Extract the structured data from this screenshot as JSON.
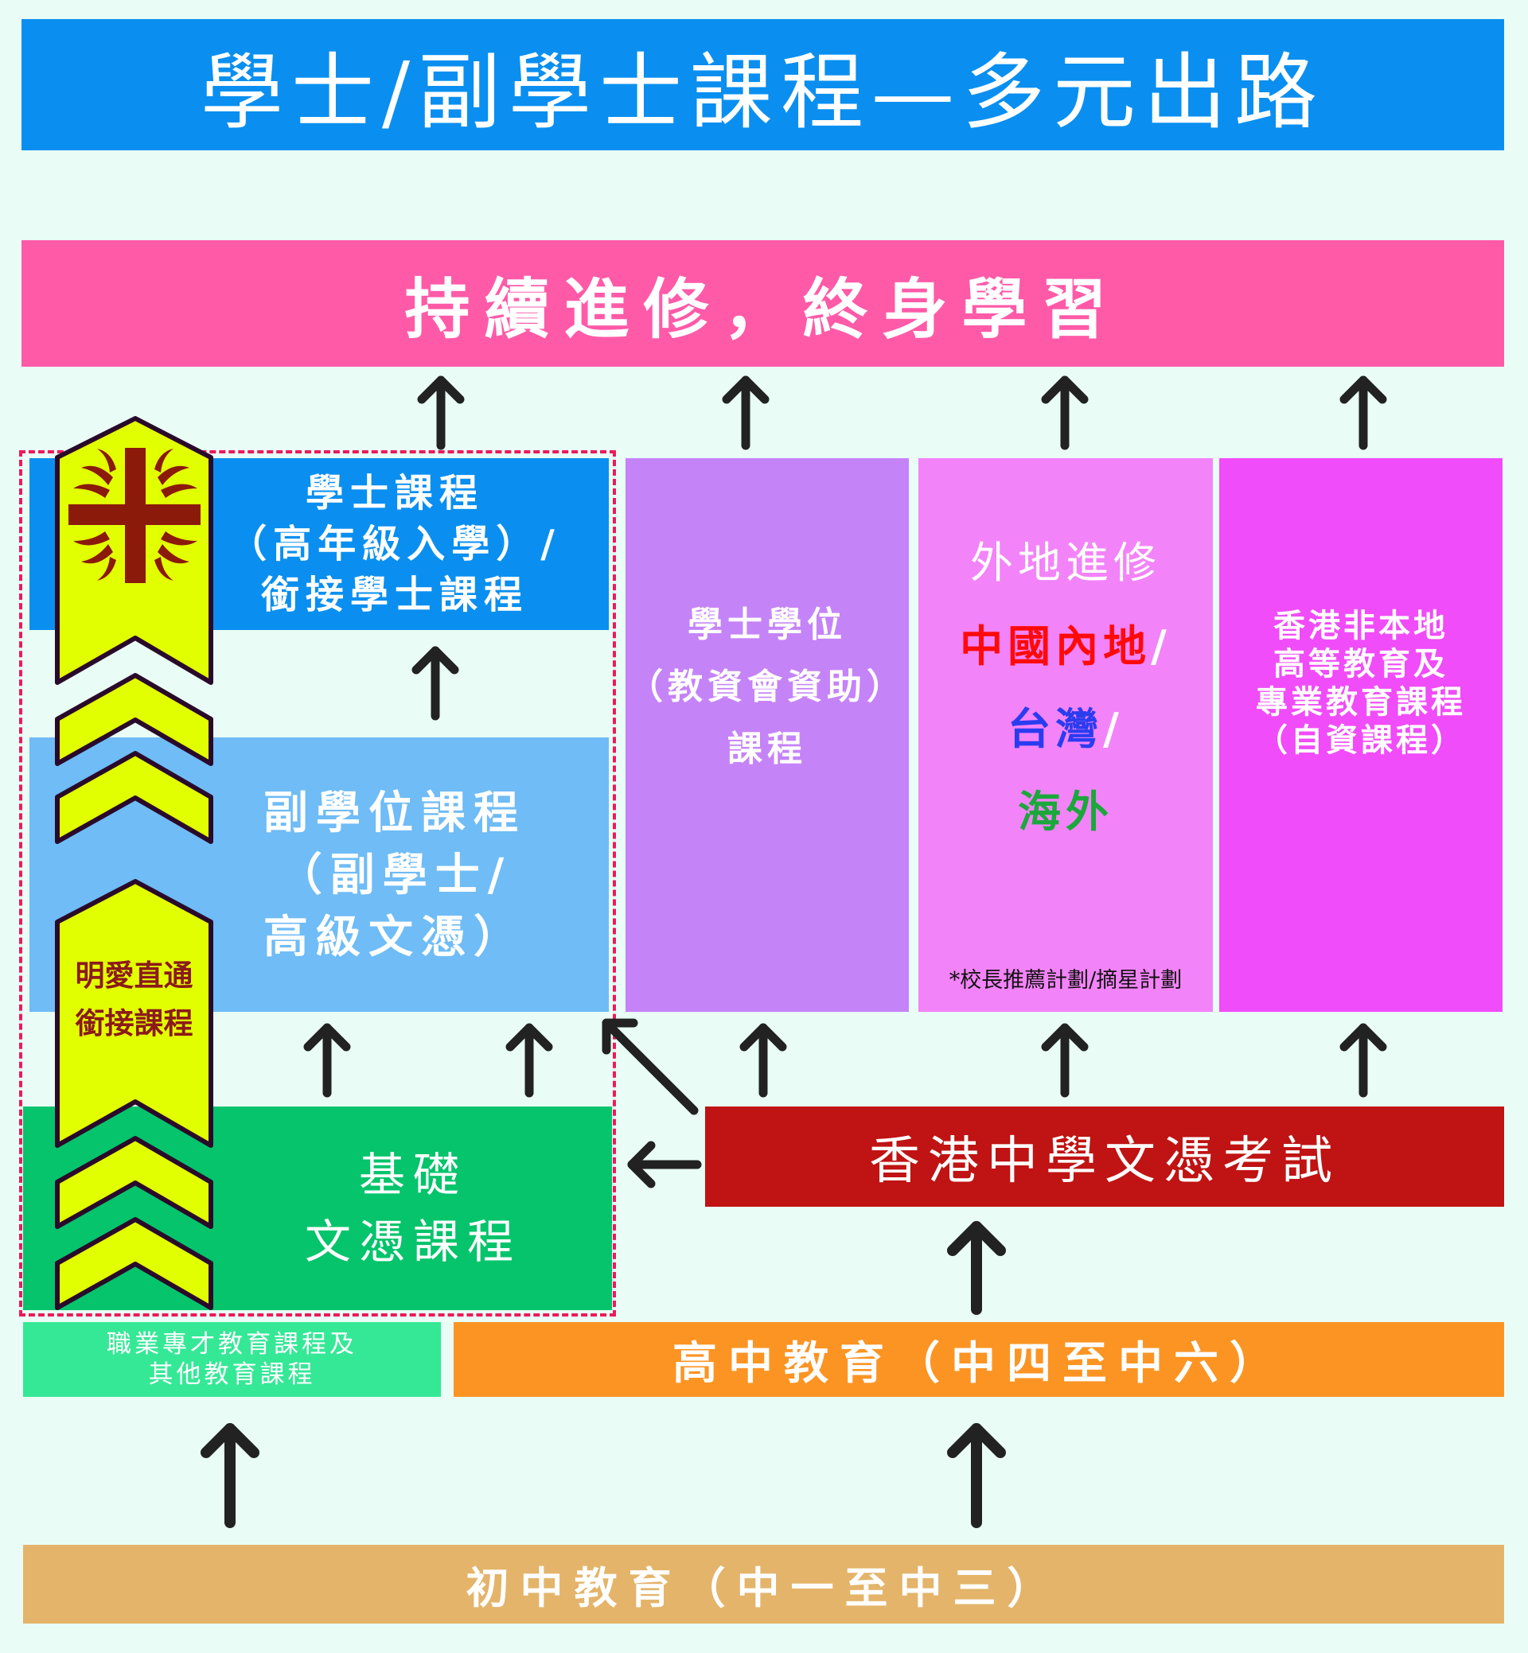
{
  "title": "學士/副學士課程—多元出路",
  "lifelong": "持續進修，終身學習",
  "bachelor": {
    "lines": [
      "學士課程",
      "（高年級入學）/",
      "銜接學士課程"
    ]
  },
  "subdegree": {
    "lines": [
      "副學位課程",
      "（副學士/",
      "高級文憑）"
    ]
  },
  "funded": {
    "lines": [
      "學士學位",
      "（教資會資助）",
      "課程"
    ]
  },
  "overseas": {
    "heading": "外地進修",
    "mainland": "中國內地",
    "taiwan": "台灣",
    "abroad": "海外",
    "slash": "/",
    "note": "*校長推薦計劃/摘星計劃"
  },
  "nonlocal": {
    "lines": [
      "香港非本地",
      "高等教育及",
      "專業教育課程",
      "（自資課程）"
    ]
  },
  "foundation": {
    "lines": [
      "基礎",
      "文憑課程"
    ]
  },
  "hkdse": "香港中學文憑考試",
  "vocational": {
    "lines": [
      "職業專才教育課程及",
      "其他教育課程"
    ]
  },
  "senior": "高中教育（中四至中六）",
  "junior": "初中教育（中一至中三）",
  "bridge": {
    "lines": [
      "明愛直通",
      "銜接課程"
    ]
  },
  "colors": {
    "title_bg": "#0a8ff0",
    "lifelong_bg": "#ff5aa8",
    "subdegree_bg": "#6fbcf6",
    "funded_bg": "#c583f8",
    "overseas_bg": "#f383f8",
    "nonlocal_bg": "#f04cf9",
    "foundation_bg": "#05c46b",
    "hkdse_bg": "#c01313",
    "vocational_bg": "#35e896",
    "senior_bg": "#fc9423",
    "junior_bg": "#e3b46a",
    "mainland": "#ff0a0a",
    "taiwan": "#2a3cf0",
    "abroad": "#1aa83a",
    "chevron": "#e2ff00",
    "logo": "#8b1a0a"
  }
}
